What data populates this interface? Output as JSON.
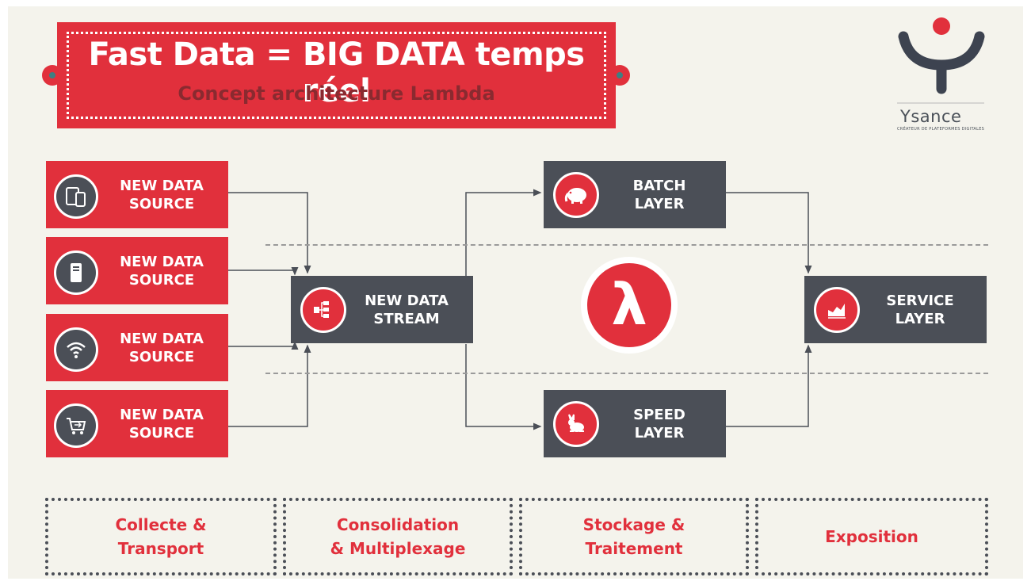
{
  "title": {
    "main": "Fast Data = BIG DATA temps réel",
    "subtitle": "Concept architecture Lambda"
  },
  "logo": {
    "name": "Ysance",
    "tagline": "CRÉATEUR DE PLATEFORMES DIGITALES"
  },
  "sources": [
    {
      "label": "NEW DATA\nSOURCE",
      "icon": "tablet-phone-icon"
    },
    {
      "label": "NEW DATA\nSOURCE",
      "icon": "server-icon"
    },
    {
      "label": "NEW DATA\nSOURCE",
      "icon": "wifi-icon"
    },
    {
      "label": "NEW DATA\nSOURCE",
      "icon": "shopping-cart-icon"
    }
  ],
  "stream": {
    "label": "NEW DATA\nSTREAM",
    "icon": "flow-diagram-icon"
  },
  "batch": {
    "label": "BATCH\nLAYER",
    "icon": "elephant-icon"
  },
  "speed": {
    "label": "SPEED\nLAYER",
    "icon": "rabbit-icon"
  },
  "service": {
    "label": "SERVICE\nLAYER",
    "icon": "area-chart-icon"
  },
  "lambda": {
    "symbol": "λ"
  },
  "phases": [
    {
      "label": "Collecte &\nTransport"
    },
    {
      "label": "Consolidation\n& Multiplexage"
    },
    {
      "label": "Stockage &\nTraitement"
    },
    {
      "label": "Exposition"
    }
  ],
  "colors": {
    "accent": "#e1303c",
    "dark": "#4b4f57",
    "background": "#f4f3ec"
  }
}
